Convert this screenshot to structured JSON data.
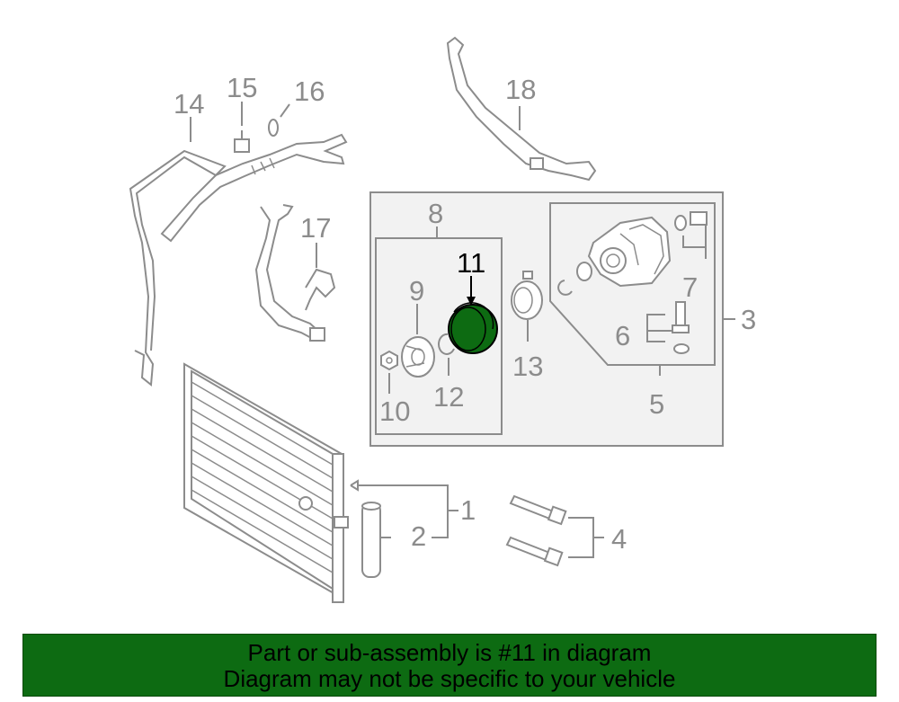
{
  "colors": {
    "line": "#8c8c8c",
    "panel_fill": "#f2f2f2",
    "highlight_part": "#0d6b12",
    "banner_bg": "#0d6b12"
  },
  "callouts": {
    "n1": "1",
    "n2": "2",
    "n3": "3",
    "n4": "4",
    "n5": "5",
    "n6": "6",
    "n7": "7",
    "n8": "8",
    "n9": "9",
    "n10": "10",
    "n11": "11",
    "n12": "12",
    "n13": "13",
    "n14": "14",
    "n15": "15",
    "n16": "16",
    "n17": "17",
    "n18": "18"
  },
  "highlighted_part": "11",
  "banner": {
    "line1": "Part or sub-assembly is #11 in diagram",
    "line2": "Diagram may not be specific to your vehicle"
  }
}
